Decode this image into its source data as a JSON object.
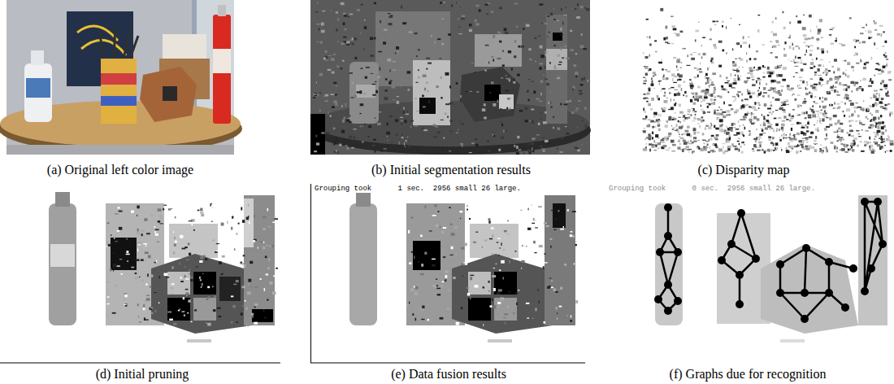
{
  "diagram": {
    "labels": [
      "(a) Original left color image",
      "(b) Initial segmentation results",
      "(c) Disparity map",
      "(d) Initial pruning",
      "(e) Data fusion results",
      "(f) Graphs due for recognition",
      "Grouping took      1 sec.  2956 small 26 large.",
      "Grouping took      0 sec.  2956 small 26 large."
    ]
  }
}
